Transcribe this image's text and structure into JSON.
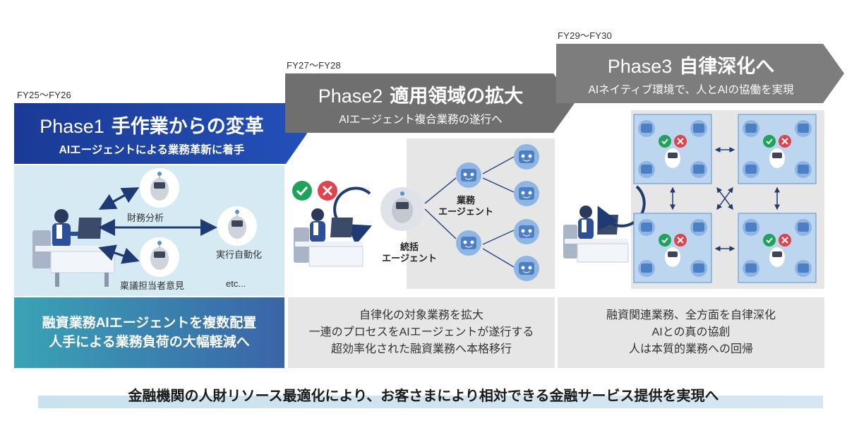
{
  "phase1": {
    "period": "FY25～FY26",
    "number": "Phase1",
    "title": "手作業からの変革",
    "subtitle": "AIエージェントによる業務革新に着手",
    "labels": {
      "financial_analysis": "財務分析",
      "execution_automation": "実行自動化",
      "proposal_author_opinion": "稟議担当者意見",
      "etc": "etc..."
    },
    "desc": [
      "融資業務AIエージェントを複数配置",
      "人手による業務負荷の大幅軽減へ"
    ]
  },
  "phase2": {
    "period": "FY27～FY28",
    "number": "Phase2",
    "title": "適用領域の拡大",
    "subtitle": "AIエージェント複合業務の遂行へ",
    "labels": {
      "business_agent": [
        "業務",
        "エージェント"
      ],
      "supervisor_agent": [
        "統括",
        "エージェント"
      ]
    },
    "desc": [
      "自律化の対象業務を拡大",
      "一連のプロセスをAIエージェントが遂行する",
      "超効率化された融資業務へ本格移行"
    ]
  },
  "phase3": {
    "period": "FY29～FY30",
    "number": "Phase3",
    "title": "自律深化へ",
    "subtitle": "AIネイティブ環境で、人とAIの協働を実現",
    "desc": [
      "融資関連業務、全方面を自律深化",
      "AIとの真の協創",
      "人は本質的業務への回帰"
    ]
  },
  "footer": "金融機関の人財リソース最適化により、お客さまにより相対できる金融サービス提供を実現へ",
  "colors": {
    "phase1_banner": "#1e3f9c",
    "phase1_panel": "#d5eaf3",
    "phase1_desc_from": "#3aa3b6",
    "phase1_desc_to": "#3a64a8",
    "phase2_banner": "#6f6f6f",
    "phase3_banner": "#7d7d7d",
    "gray_panel": "#e6e6e6",
    "arrow_navy": "#1f3b73",
    "robot_blue": "#5b8fd0",
    "check_green": "#1fa35a",
    "cross_red": "#e0434c"
  }
}
